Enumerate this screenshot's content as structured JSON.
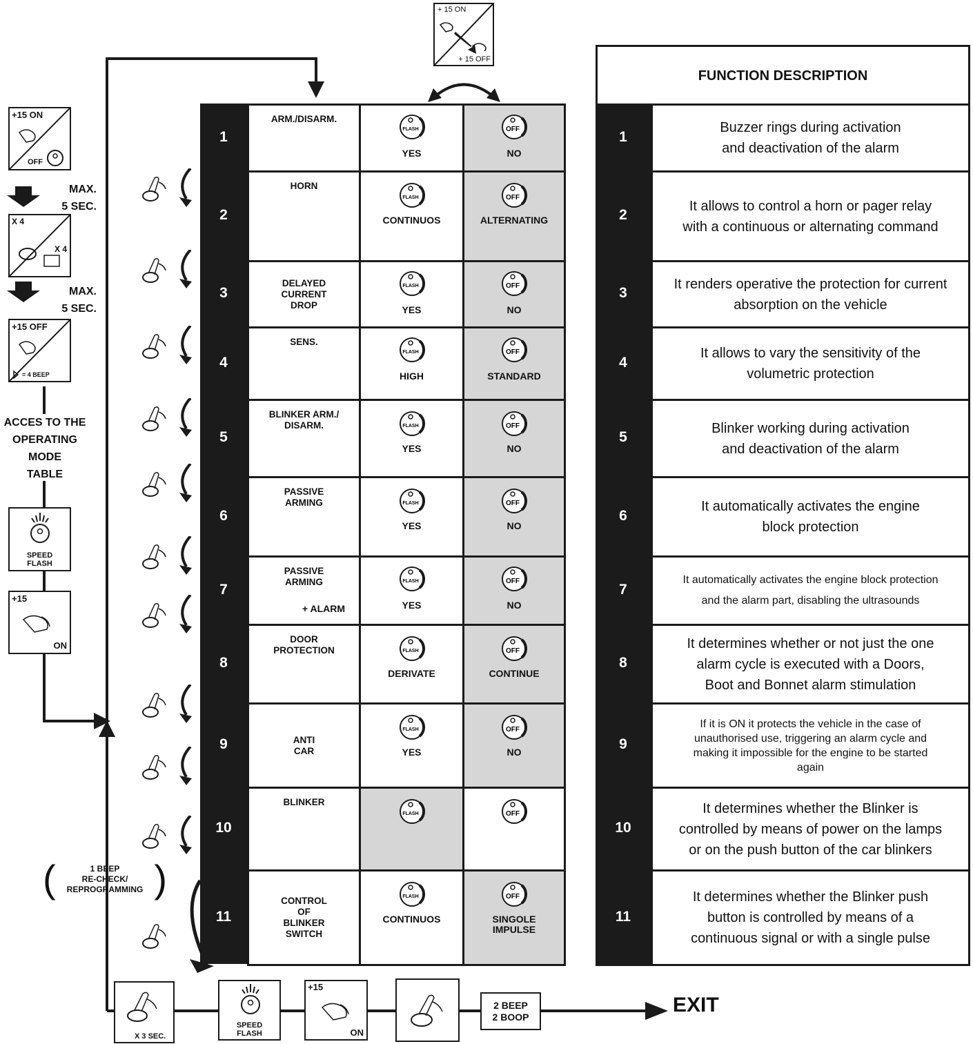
{
  "top_icon": {
    "on_label": "+ 15 ON",
    "off_label": "+ 15 OFF"
  },
  "description_header": "FUNCTION DESCRIPTION",
  "left_flow": {
    "step1": {
      "top": "+15 ON",
      "bottom": "OFF"
    },
    "max1": "MAX.\n5 SEC.",
    "step2": {
      "top": "X 4",
      "right": "X 4"
    },
    "max2": "MAX.\n5 SEC.",
    "step3": {
      "top": "+15 OFF",
      "bottom": "= 4  BEEP"
    },
    "access_label": "ACCES TO THE\nOPERATING\nMODE\nTABLE",
    "speed_flash": "SPEED\nFLASH",
    "step5": {
      "top": "+15",
      "bottom": "ON"
    }
  },
  "recheck_label": "1 BEEP\nRE-CHECK/\nREPROGRAMMING",
  "rows": [
    {
      "num": "1",
      "name": "ARM./DISARM.",
      "yes": "YES",
      "no": "NO",
      "desc": "Buzzer rings during activation\nand deactivation of the alarm"
    },
    {
      "num": "2",
      "name": "HORN",
      "yes": "CONTINUOS",
      "no": "ALTERNATING",
      "desc": "It allows to control a horn or pager relay\nwith a continuous or alternating command"
    },
    {
      "num": "3",
      "name": "DELAYED\nCURRENT\nDROP",
      "yes": "YES",
      "no": "NO",
      "desc": "It renders operative the protection for current\nabsorption on the vehicle"
    },
    {
      "num": "4",
      "name": "SENS.",
      "yes": "HIGH",
      "no": "STANDARD",
      "desc": "It allows to vary the sensitivity of the\nvolumetric protection"
    },
    {
      "num": "5",
      "name": "BLINKER ARM./\nDISARM.",
      "yes": "YES",
      "no": "NO",
      "desc": "Blinker working during activation\nand deactivation of the alarm"
    },
    {
      "num": "6",
      "name": "PASSIVE\nARMING",
      "yes": "YES",
      "no": "NO",
      "desc": "It automatically activates the engine\nblock protection"
    },
    {
      "num": "7",
      "name": "PASSIVE\nARMING",
      "extra": "+ ALARM",
      "yes": "YES",
      "no": "NO",
      "desc": "It automatically activates the engine block protection\nand the alarm part, disabling the ultrasounds"
    },
    {
      "num": "8",
      "name": "DOOR\nPROTECTION",
      "yes": "DERIVATE",
      "no": "CONTINUE",
      "desc": "It determines whether or not just the one\nalarm cycle is executed with a Doors,\nBoot and Bonnet alarm stimulation"
    },
    {
      "num": "9",
      "name": "ANTI\nCAR",
      "yes": "YES",
      "no": "NO",
      "desc": "If it is ON it protects the vehicle in the case of\nunauthorised use, triggering an alarm cycle and\nmaking it impossible for the engine to be started\nagain"
    },
    {
      "num": "10",
      "name": "BLINKER",
      "yes": "",
      "no": "",
      "desc": "It determines whether the Blinker is\ncontrolled by means of power on the lamps\nor on the push button of the car blinkers"
    },
    {
      "num": "11",
      "name": "CONTROL\nOF\nBLINKER\nSWITCH",
      "yes": "CONTINUOS",
      "no": "SINGOLE\nIMPULSE",
      "desc": "It determines whether the Blinker push\nbutton is controlled by means of a\ncontinuous signal or with a single pulse"
    }
  ],
  "button_labels": {
    "flash": "FLASH",
    "off": "OFF"
  },
  "bottom_flow": {
    "step1": "X 3 SEC.",
    "speed_flash": "SPEED\nFLASH",
    "step3": {
      "top": "+15",
      "bottom": "ON"
    },
    "beeps": "2 BEEP\n2 BOOP",
    "exit": "EXIT"
  },
  "colors": {
    "dark": "#1b1b1b",
    "highlight": "#d6d6d6",
    "white": "#ffffff"
  }
}
